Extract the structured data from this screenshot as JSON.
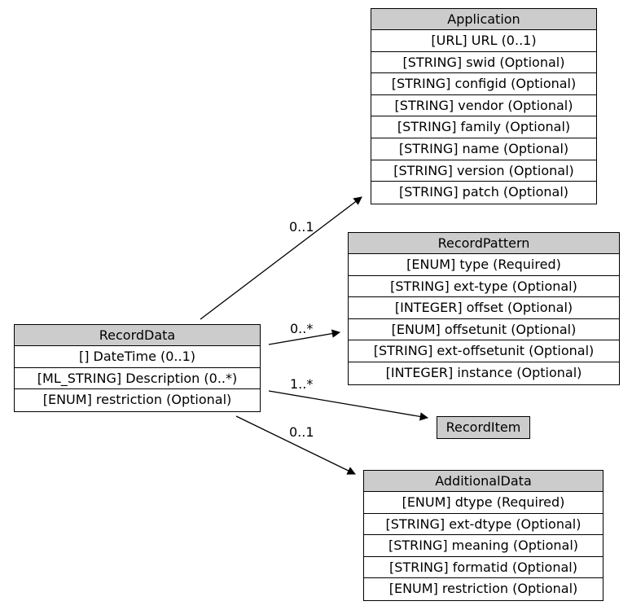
{
  "classes": {
    "record_data": {
      "name": "RecordData",
      "fields": [
        "[] DateTime (0..1)",
        "[ML_STRING] Description (0..*)",
        "[ENUM] restriction (Optional)"
      ]
    },
    "application": {
      "name": "Application",
      "fields": [
        "[URL] URL (0..1)",
        "[STRING] swid (Optional)",
        "[STRING] configid (Optional)",
        "[STRING] vendor (Optional)",
        "[STRING] family (Optional)",
        "[STRING] name (Optional)",
        "[STRING] version (Optional)",
        "[STRING] patch (Optional)"
      ]
    },
    "record_pattern": {
      "name": "RecordPattern",
      "fields": [
        "[ENUM] type (Required)",
        "[STRING] ext-type (Optional)",
        "[INTEGER] offset (Optional)",
        "[ENUM] offsetunit (Optional)",
        "[STRING] ext-offsetunit (Optional)",
        "[INTEGER] instance (Optional)"
      ]
    },
    "record_item": {
      "name": "RecordItem"
    },
    "additional_data": {
      "name": "AdditionalData",
      "fields": [
        "[ENUM] dtype (Required)",
        "[STRING] ext-dtype (Optional)",
        "[STRING] meaning (Optional)",
        "[STRING] formatid (Optional)",
        "[ENUM] restriction (Optional)"
      ]
    }
  },
  "edges": {
    "to_application": "0..1",
    "to_record_pattern": "0..*",
    "to_record_item": "1..*",
    "to_additional_data": "0..1"
  },
  "colors": {
    "header": "#cccccc",
    "line": "#000000"
  }
}
